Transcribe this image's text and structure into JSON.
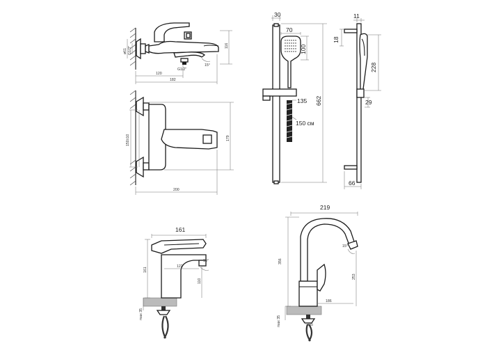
{
  "labels": {
    "bath": {
      "d116": "116",
      "d120": "120",
      "d182": "182",
      "dia61": "ø61",
      "g_left": "G1/2\"",
      "g_bottom": "G1/2\"",
      "angle": "15°"
    },
    "bath_front": {
      "d150": "150±10",
      "d179": "179",
      "d200": "200"
    },
    "shower": {
      "d30": "30",
      "d70": "70",
      "d100": "100",
      "d662": "662",
      "d135": "135",
      "hose": "150 см"
    },
    "shower_side": {
      "d11": "11",
      "d18": "18",
      "d228": "228",
      "d29": "29",
      "d66": "66"
    },
    "basin": {
      "d161w": "161",
      "d161h": "161",
      "d122": "122",
      "d110": "110",
      "max35": "max 35",
      "angle": "15°"
    },
    "kitchen": {
      "d219": "219",
      "d356": "356",
      "d253": "253",
      "d186": "186",
      "max35": "max 35",
      "dia35": "ø35",
      "angle": "15°"
    }
  }
}
